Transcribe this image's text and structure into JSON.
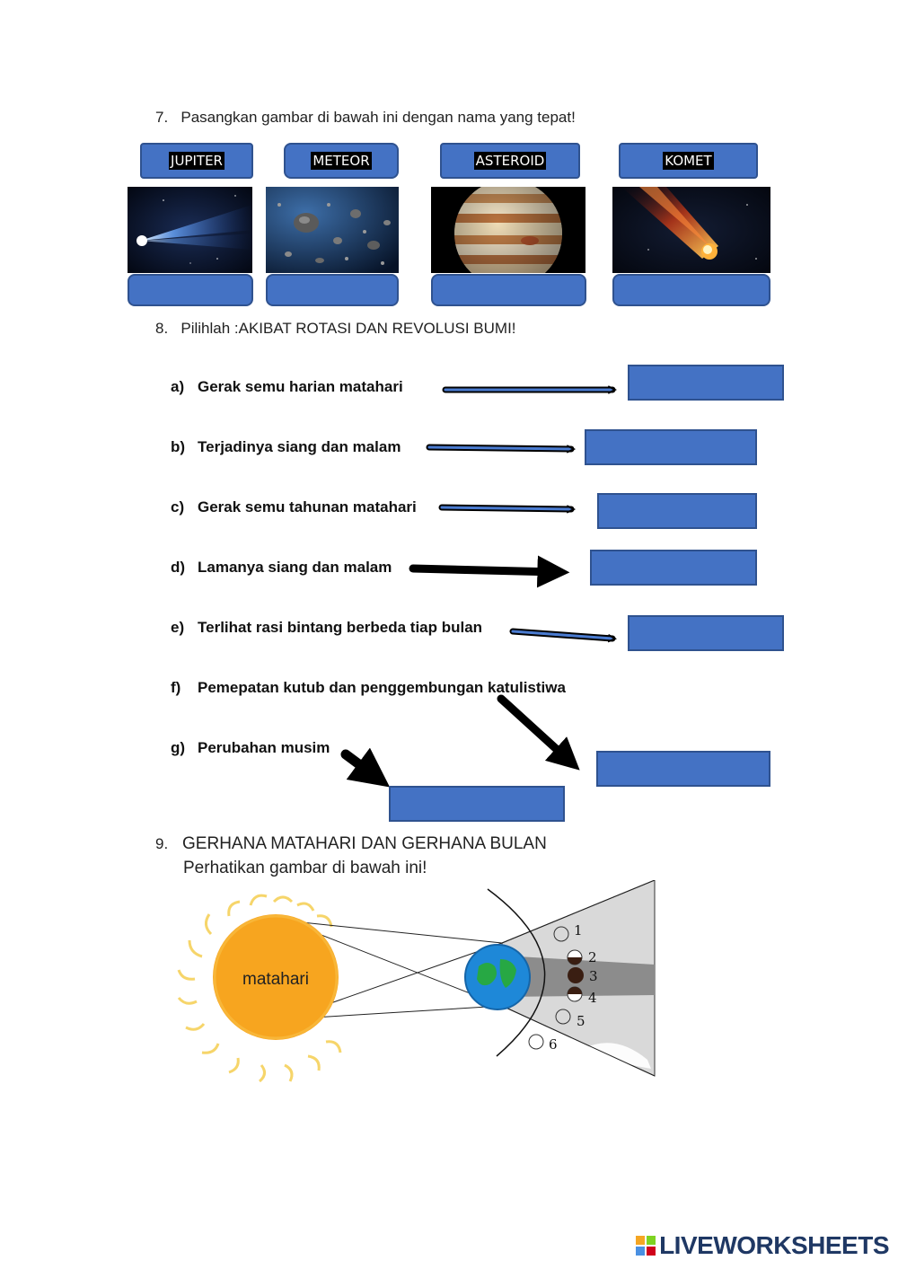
{
  "q7": {
    "number": "7.",
    "text": "Pasangkan gambar di bawah ini dengan nama yang tepat!",
    "labels": [
      "JUPITER",
      "METEOR",
      "ASTEROID",
      "KOMET"
    ]
  },
  "q8": {
    "number": "8.",
    "text": "Pilihlah :AKIBAT ROTASI DAN REVOLUSI BUMI!",
    "items": [
      {
        "letter": "a)",
        "text": "Gerak semu harian matahari"
      },
      {
        "letter": "b)",
        "text": "Terjadinya siang dan malam"
      },
      {
        "letter": "c)",
        "text": "Gerak semu tahunan matahari"
      },
      {
        "letter": "d)",
        "text": "Lamanya siang dan malam"
      },
      {
        "letter": "e)",
        "text": "Terlihat rasi bintang berbeda tiap bulan"
      },
      {
        "letter": "f)",
        "text": "Pemepatan kutub dan penggembungan katulistiwa"
      },
      {
        "letter": "g)",
        "text": "Perubahan musim"
      }
    ]
  },
  "q9": {
    "number": "9.",
    "title": "GERHANA MATAHARI DAN GERHANA BULAN",
    "subtitle": "Perhatikan gambar di bawah ini!",
    "sun_label": "matahari",
    "positions": [
      "1",
      "2",
      "3",
      "4",
      "5",
      "6"
    ]
  },
  "footer": {
    "brand": "LIVEWORKSHEETS"
  },
  "colors": {
    "box_fill": "#4472c4",
    "box_border": "#2f528f",
    "brand": "#1f3864"
  }
}
